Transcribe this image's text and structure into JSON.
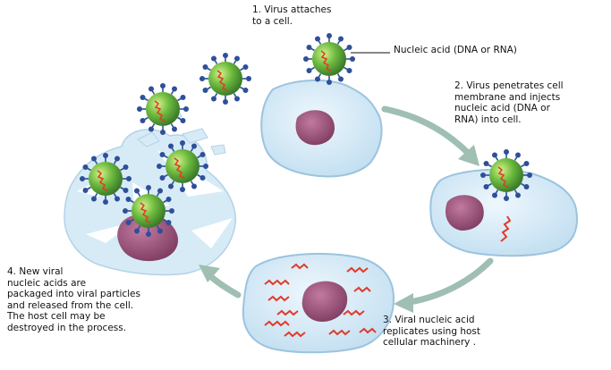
{
  "steps": [
    {
      "number": "1.",
      "text": "Virus attaches\n   to a cell."
    },
    {
      "number": "2.",
      "text": "Virus penetrates cell\n   membrane and injects\n   nucleic acid (DNA or\n   RNA) into cell."
    },
    {
      "number": "3.",
      "text": "Viral nucleic acid\n   replicates using host\n   cellular machinery ."
    },
    {
      "number": "4.",
      "text": "New viral\n   nucleic acids are\n   packaged into viral particles\n   and released from the cell.\n   The host cell may be\n   destroyed in the process."
    }
  ],
  "callout": {
    "nucleic_acid": "Nucleic acid (DNA or RNA)"
  },
  "colors": {
    "cell_fill": "#c9e3f3",
    "cell_stroke": "#9cc3de",
    "nucleus": "#9a4f78",
    "virus_body": "#4fa13c",
    "virus_spike": "#2e4f9a",
    "nucleic_acid": "#e23a2a",
    "arrow": "#9fbfb2"
  }
}
